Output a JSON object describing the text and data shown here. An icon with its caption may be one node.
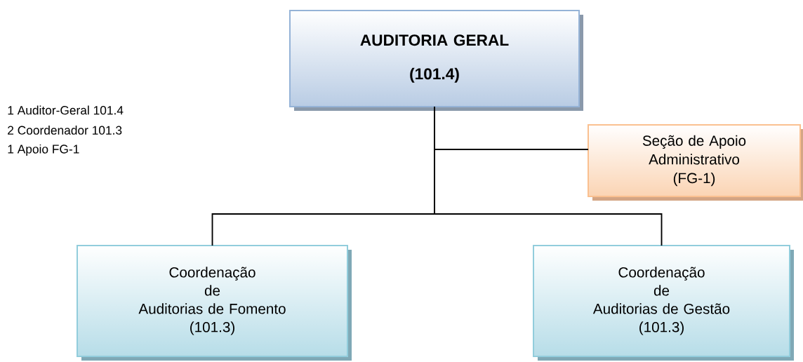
{
  "diagram": {
    "nodes": [
      {
        "text": [
          "AUDITORIA GERAL",
          "(101.4)"
        ]
      },
      {
        "text": [
          "Seção de Apoio Administrativo",
          "(FG-1)"
        ]
      },
      {
        "text": [
          "Coordenação",
          "de",
          "Auditorias de Fomento",
          "(101.3)"
        ]
      },
      {
        "text": [
          "Coordenação",
          "de",
          "Auditorias de Gestão",
          "(101.3)"
        ]
      }
    ],
    "edges": [
      {
        "from": 0,
        "to": 1,
        "arrow": "none"
      },
      {
        "from": 0,
        "to": 2,
        "arrow": "none"
      },
      {
        "from": 0,
        "to": 3,
        "arrow": "none"
      }
    ],
    "labels": [
      "1 Auditor-Geral 101.4",
      "2 Coordenador 101.3",
      "1 Apoio FG-1"
    ]
  }
}
